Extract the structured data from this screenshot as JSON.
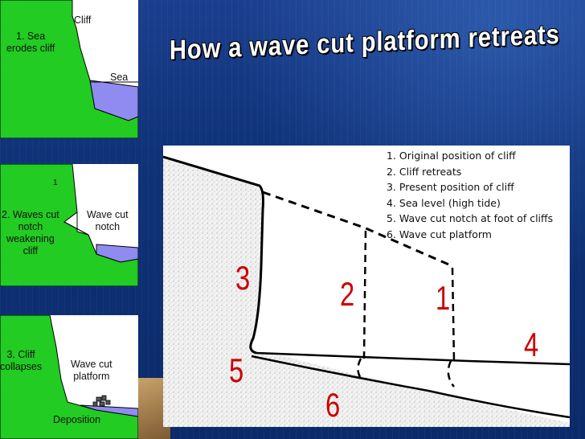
{
  "title": "How a wave cut platform retreats",
  "panels": [
    {
      "label_lines": [
        "1. Sea",
        "erodes cliff"
      ],
      "cliff_label": "Cliff",
      "sea_label": "Sea"
    },
    {
      "label_lines": [
        "2. Waves cut",
        "notch",
        "weakening",
        "cliff"
      ],
      "notch_label_lines": [
        "Wave cut",
        "notch"
      ],
      "marker": "1"
    },
    {
      "label_lines": [
        "3. Cliff",
        "collapses"
      ],
      "platform_label_lines": [
        "Wave cut",
        "platform"
      ],
      "deposition_label": "Deposition"
    }
  ],
  "diagram": {
    "legend": [
      "1. Original position of cliff",
      "2. Cliff retreats",
      "3. Present position of cliff",
      "4. Sea level (high tide)",
      "5. Wave cut notch at foot of cliffs",
      "6. Wave cut platform"
    ],
    "numbers": [
      "1",
      "2",
      "3",
      "4",
      "5",
      "6"
    ]
  },
  "colors": {
    "background": "#0f3278",
    "land": "#22cc22",
    "sea": "#8f8bf0",
    "numbers": "#cc0000",
    "title": "#ffffff"
  }
}
